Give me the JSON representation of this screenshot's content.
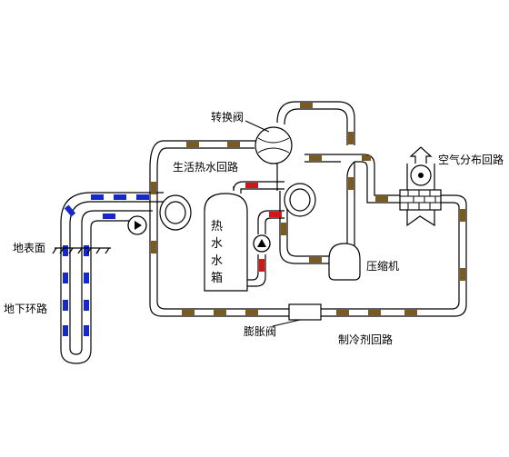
{
  "labels": {
    "reversing_valve": "转换阀",
    "dhw_loop": "生活热水回路",
    "air_distribution_loop": "空气分布回路",
    "ground_surface": "地表面",
    "underground_loop": "地下环路",
    "compressor": "压缩机",
    "expansion_valve": "膨胀阀",
    "refrigerant_loop": "制冷剂回路",
    "hot_water_tank": [
      "热",
      "水",
      "水",
      "箱"
    ]
  },
  "colors": {
    "pipe": "#000000",
    "underground_flow": "#1428cc",
    "refrigerant_flow": "#7a5a1e",
    "hot_water_flow": "#d61414"
  },
  "icons": [
    "pump-icon",
    "fan-icon",
    "heat-exchanger-icon",
    "compressor-icon",
    "expansion-valve-icon",
    "reversing-valve-icon"
  ]
}
